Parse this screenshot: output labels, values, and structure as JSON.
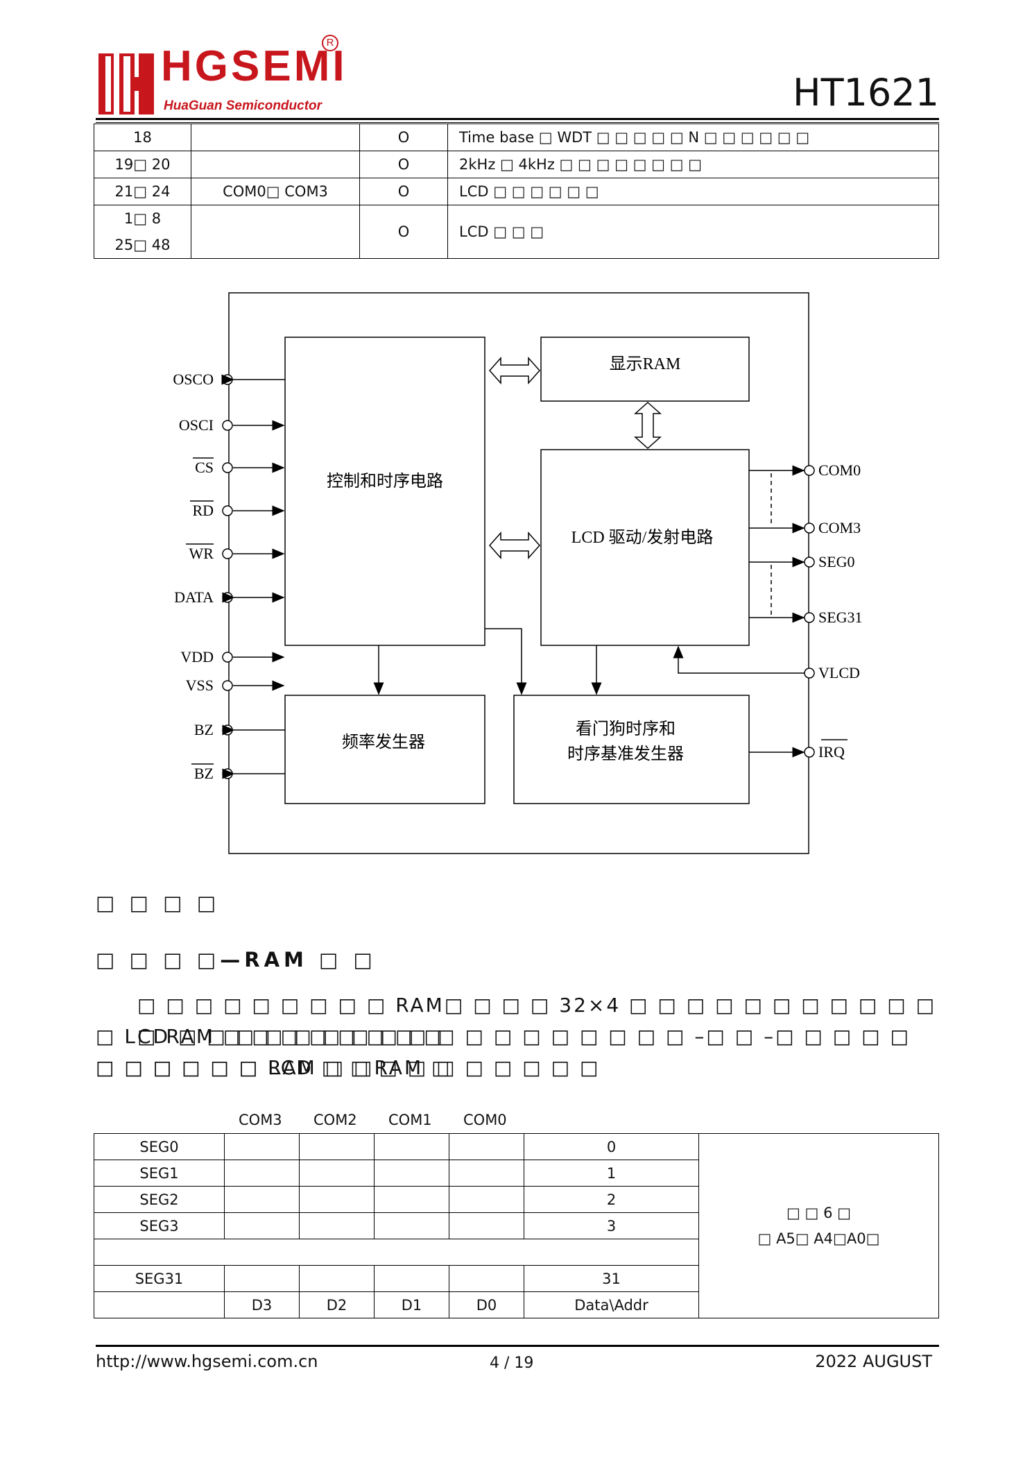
{
  "header": {
    "logo_text": "HGSEMI",
    "logo_sub": "HuaGuan Semiconductor",
    "logo_reg": "R",
    "model": "HT1621"
  },
  "pin_table": [
    {
      "no": "18",
      "name": "",
      "io": "O",
      "desc": "Time base □ WDT □ □ □ □ □ N □ □ □ □ □ □"
    },
    {
      "no": "19□ 20",
      "name": "",
      "io": "O",
      "desc": "2kHz □ 4kHz □ □ □ □ □ □ □ □"
    },
    {
      "no": "21□ 24",
      "name": "COM0□ COM3",
      "io": "O",
      "desc": "LCD □ □ □ □ □ □"
    },
    {
      "no": "1□ 8",
      "no2": "25□ 48",
      "name": "",
      "io": "O",
      "desc": "LCD □ □ □"
    }
  ],
  "diagram": {
    "blocks": {
      "control": "控制和时序电路",
      "ram": "显示RAM",
      "lcd": "LCD 驱动/发射电路",
      "freq": "频率发生器",
      "wdt1": "看门狗时序和",
      "wdt2": "时序基准发生器"
    },
    "left_pins": [
      "OSCO",
      "OSCI",
      "CS",
      "RD",
      "WR",
      "DATA",
      "VDD",
      "VSS",
      "BZ",
      "BZ"
    ],
    "right_pins": [
      "COM0",
      "COM3",
      "SEG0",
      "SEG31",
      "VLCD",
      "IRQ"
    ]
  },
  "section": {
    "title": "□ □ □ □",
    "subtitle_prefix": "□ □ □ □",
    "subtitle": "—RAM □ □",
    "para1": "□ □ □ □ □ □ □ □ □ RAM□ □ □ □ 32×4 □ □ □ □ □ □ □ □ □ □ □ □ RAM □ □ □ □ □ □ □ □",
    "para2": "□ LCD □ □ □ □ □ □ □ □ □ □ □ □ □ □ □ □ □ □ –□ □ –□ □ □ □ □ □ □ □ □ □ □ RAM □ □RAM □",
    "para3": "□ □ □ □ □ □ LCD □ □ □ □ □ □ □ □ □ □"
  },
  "ram_table": {
    "col_headers": [
      "COM3",
      "COM2",
      "COM1",
      "COM0"
    ],
    "rows": [
      {
        "seg": "SEG0",
        "addr": "0"
      },
      {
        "seg": "SEG1",
        "addr": "1"
      },
      {
        "seg": "SEG2",
        "addr": "2"
      },
      {
        "seg": "SEG3",
        "addr": "3"
      },
      {
        "seg": "",
        "addr": ""
      },
      {
        "seg": "SEG31",
        "addr": "31"
      }
    ],
    "bottom": [
      "D3",
      "D2",
      "D1",
      "D0",
      "Data\\Addr"
    ],
    "note1": "□ □ 6 □",
    "note2": "□ A5□ A4□A0□"
  },
  "footer": {
    "url": "http://www.hgsemi.com.cn",
    "page": "4 / 19",
    "date": "2022 AUGUST"
  }
}
